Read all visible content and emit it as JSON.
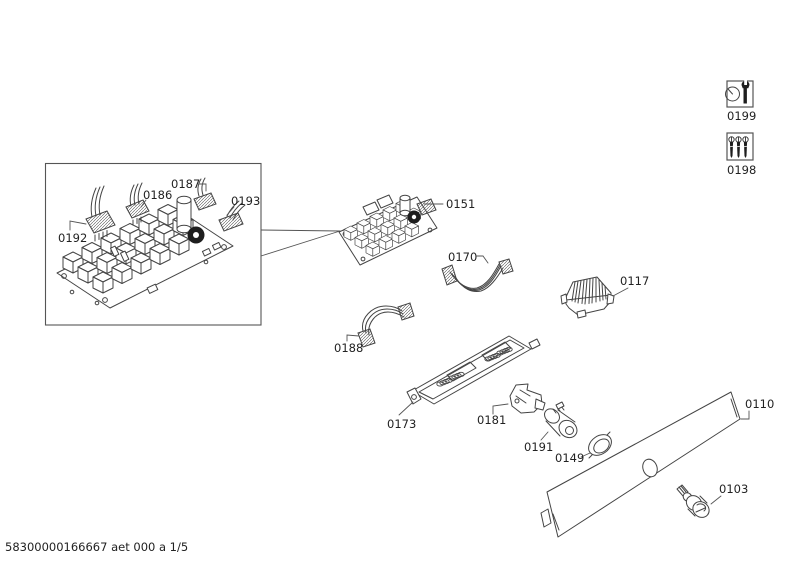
{
  "page": {
    "background": "#ffffff",
    "footer_text": "58300000166667 aet 000 a 1/5"
  },
  "colors": {
    "line": "#444444",
    "dark_fill": "#1e1e1e",
    "label_text": "#222222",
    "box_stroke": "#555555"
  },
  "labels": {
    "p0103": "0103",
    "p0110": "0110",
    "p0117": "0117",
    "p0149": "0149",
    "p0151": "0151",
    "p0170": "0170",
    "p0173": "0173",
    "p0181": "0181",
    "p0186": "0186",
    "p0187": "0187",
    "p0188": "0188",
    "p0191": "0191",
    "p0192": "0192",
    "p0193": "0193",
    "p0198": "0198",
    "p0199": "0199"
  },
  "icons": {
    "service_tools": "wrench-and-dial",
    "screws": "three-screws"
  }
}
